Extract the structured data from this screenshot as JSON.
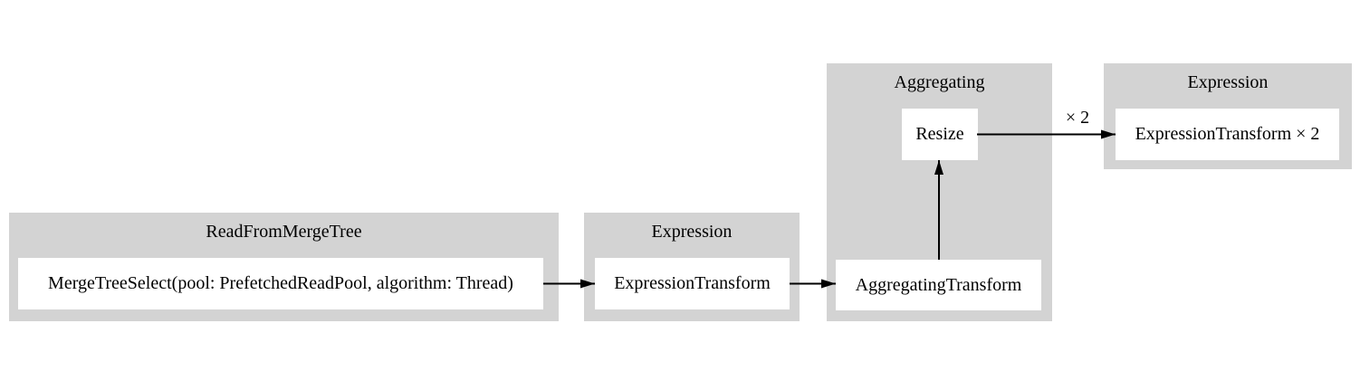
{
  "diagram": {
    "kind": "query-pipeline-flowchart",
    "colors": {
      "background": "#ffffff",
      "cluster_fill": "#d3d3d3",
      "node_fill": "#ffffff",
      "text": "#000000",
      "edge": "#000000"
    },
    "clusters": [
      {
        "title": "ReadFromMergeTree",
        "nodes": [
          {
            "label": "MergeTreeSelect(pool: PrefetchedReadPool, algorithm: Thread)"
          }
        ]
      },
      {
        "title": "Expression",
        "nodes": [
          {
            "label": "ExpressionTransform"
          }
        ]
      },
      {
        "title": "Aggregating",
        "nodes": [
          {
            "label": "Resize"
          },
          {
            "label": "AggregatingTransform"
          }
        ]
      },
      {
        "title": "Expression",
        "nodes": [
          {
            "label": "ExpressionTransform × 2"
          }
        ]
      }
    ],
    "edges": [
      {
        "from": "MergeTreeSelect(pool: PrefetchedReadPool, algorithm: Thread)",
        "to": "ExpressionTransform",
        "label": ""
      },
      {
        "from": "ExpressionTransform",
        "to": "AggregatingTransform",
        "label": ""
      },
      {
        "from": "AggregatingTransform",
        "to": "Resize",
        "label": ""
      },
      {
        "from": "Resize",
        "to": "ExpressionTransform × 2",
        "label": "× 2"
      }
    ]
  }
}
